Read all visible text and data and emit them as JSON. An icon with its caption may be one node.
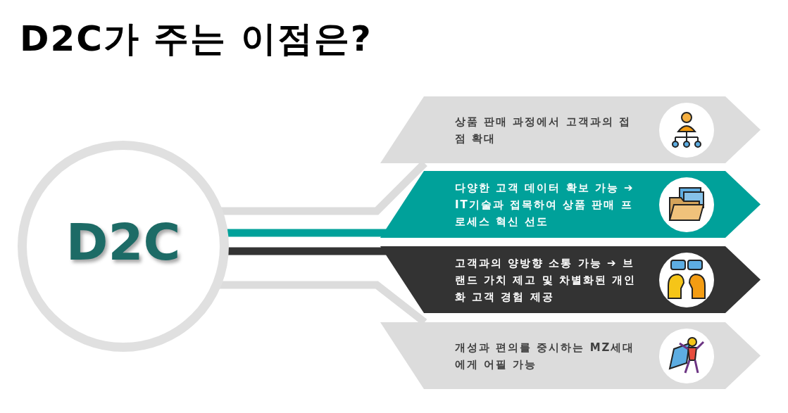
{
  "diagram": {
    "title": "D2C가 주는 이점은?",
    "nodes": [
      {
        "text": [
          "D2C"
        ]
      },
      {
        "text": [
          "상품 판매 과정에서 고객과의 접점 확대"
        ]
      },
      {
        "text": [
          "다양한 고객 데이터 확보 가능 ➔ IT기술과 접목하여 상품 판매 프로세스 혁신 선도"
        ]
      },
      {
        "text": [
          "고객과의 양방향 소통 가능 ➔ 브랜드 가치 제고 및 차별화된 개인화 고객 경험 제공"
        ]
      },
      {
        "text": [
          "개성과 편의를 중시하는 MZ세대에게 어필 가능"
        ]
      }
    ],
    "edges": [
      {
        "from": 0,
        "to": 1,
        "arrow": "none"
      },
      {
        "from": 0,
        "to": 2,
        "arrow": "none",
        "color": "#00a19a"
      },
      {
        "from": 0,
        "to": 3,
        "arrow": "none",
        "color": "#333333"
      },
      {
        "from": 0,
        "to": 4,
        "arrow": "none"
      }
    ]
  }
}
